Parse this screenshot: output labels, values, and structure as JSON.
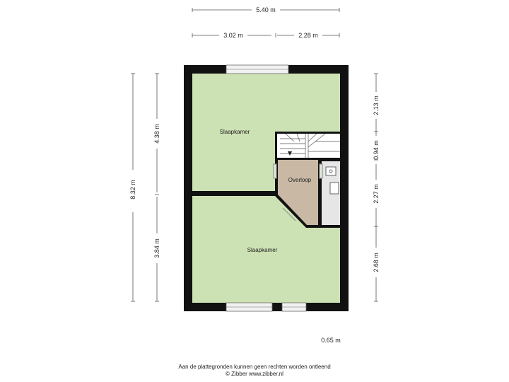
{
  "dimensions": {
    "total_width": "5.40 m",
    "width_left": "3.02 m",
    "width_right": "2.28 m",
    "total_height": "8.32 m",
    "height_upper": "4.38 m",
    "height_lower": "3.84 m",
    "right_top": "2.13 m",
    "right_stair": "0.94 m",
    "right_mid": "2.27 m",
    "right_bottom": "2.68 m",
    "bottom_note": "0.65 m"
  },
  "rooms": {
    "slaapkamer_top": "Slaapkamer",
    "overloop": "Overloop",
    "slaapkamer_bottom": "Slaapkamer"
  },
  "colors": {
    "bedroom": "#cde2b4",
    "landing": "#c8b8a4",
    "walls": "#111111"
  },
  "footer": {
    "line1": "Aan de plattegronden kunnen geen rechten worden ontleend",
    "line2": "© Zibber www.zibber.nl"
  }
}
